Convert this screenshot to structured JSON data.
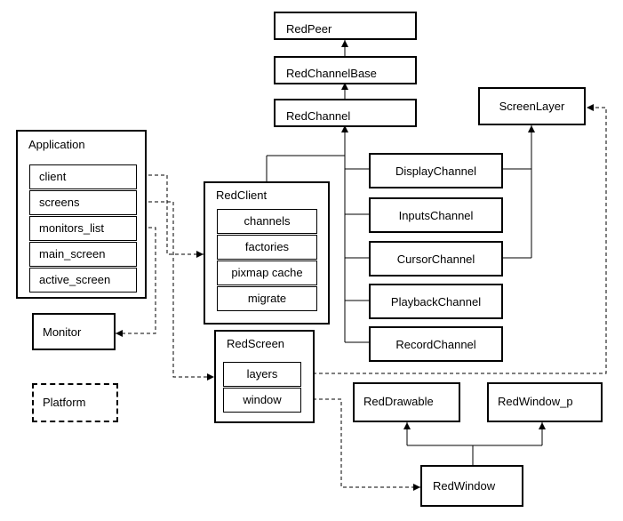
{
  "classes": {
    "red_peer": "RedPeer",
    "red_channel_base": "RedChannelBase",
    "red_channel": "RedChannel",
    "screen_layer": "ScreenLayer",
    "display_channel": "DisplayChannel",
    "inputs_channel": "InputsChannel",
    "cursor_channel": "CursorChannel",
    "playback_channel": "PlaybackChannel",
    "record_channel": "RecordChannel",
    "monitor": "Monitor",
    "platform": "Platform",
    "red_drawable": "RedDrawable",
    "red_window_p": "RedWindow_p",
    "red_window": "RedWindow"
  },
  "application": {
    "title": "Application",
    "fields": [
      "client",
      "screens",
      "monitors_list",
      "main_screen",
      "active_screen"
    ]
  },
  "red_client": {
    "title": "RedClient",
    "fields": [
      "channels",
      "factories",
      "pixmap cache",
      "migrate"
    ]
  },
  "red_screen": {
    "title": "RedScreen",
    "fields": [
      "layers",
      "window"
    ]
  }
}
